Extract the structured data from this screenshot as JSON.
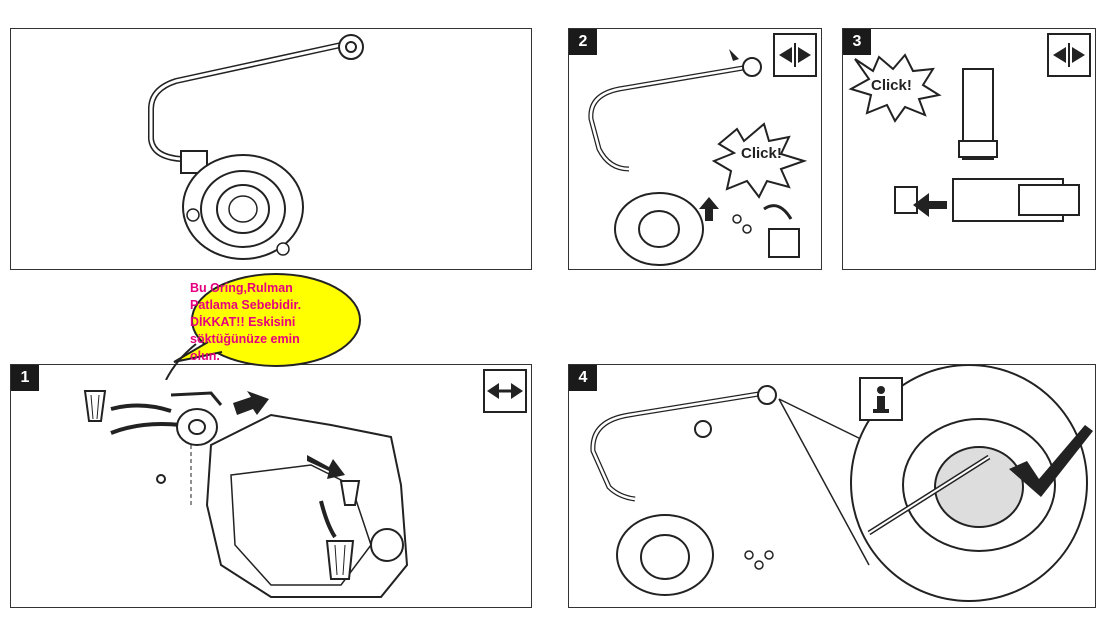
{
  "panels": {
    "overview": {
      "step": ""
    },
    "step1": {
      "step": "1",
      "mode_icon": "expand-arrows-icon"
    },
    "step2": {
      "step": "2",
      "mode_icon": "compress-arrows-icon",
      "click_text": "Click!"
    },
    "step3": {
      "step": "3",
      "mode_icon": "compress-arrows-icon",
      "click_text": "Click!"
    },
    "step4": {
      "step": "4",
      "mode_icon": "info-icon",
      "check_icon": "checkmark-icon"
    }
  },
  "callout": {
    "text": "Bu Oring,Rulman\nPatlama Sebebidir.\nDİKKAT!! Eskisini\nsöktüğünüze emin\nolun.",
    "fill_color": "#ffff00",
    "text_color": "#e6007e"
  },
  "colors": {
    "line": "#222222",
    "panel_border": "#333333"
  }
}
